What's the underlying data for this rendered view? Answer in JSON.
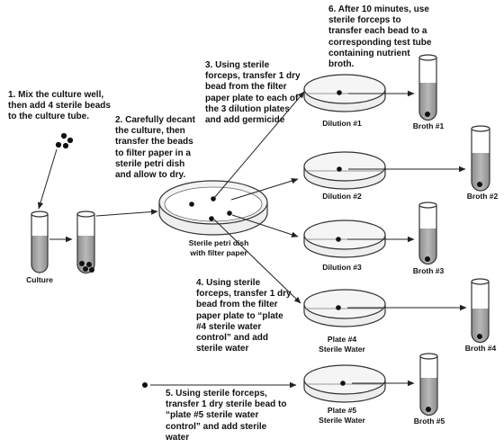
{
  "steps": {
    "s1": [
      "1. Mix the culture well,",
      "then add 4 sterile beads",
      "to the culture tube."
    ],
    "s2": [
      "2. Carefully decant",
      "the culture, then",
      "transfer the beads",
      "to filter paper in a",
      "sterile petri dish",
      "and allow to dry."
    ],
    "s3": [
      "3. Using sterile",
      "forceps, transfer 1 dry",
      "bead from the filter",
      "paper plate to each of",
      "the 3 dilution plates",
      "and add germicide"
    ],
    "s4": [
      "4. Using sterile",
      "forceps, transfer 1 dry",
      "bead from the filter",
      "paper plate to “plate",
      "#4 sterile water",
      "control” and add",
      "sterile water"
    ],
    "s5": [
      "5. Using sterile forceps,",
      "transfer 1 dry sterile bead to",
      "“plate #5 sterile water",
      "control” and add sterile",
      "water"
    ],
    "s6": [
      "6. After 10 minutes, use",
      "sterile forceps to",
      "transfer each bead to a",
      "corresponding test tube",
      "containing nutrient",
      "broth."
    ]
  },
  "labels": {
    "culture": "Culture",
    "filter_dish": [
      "Sterile petri dish",
      "with filter paper"
    ],
    "dilution1": "Dilution #1",
    "dilution2": "Dilution #2",
    "dilution3": "Dilution #3",
    "plate4": [
      "Plate #4",
      "Sterile Water"
    ],
    "plate5": [
      "Plate #5",
      "Sterile Water"
    ],
    "broth1": "Broth #1",
    "broth2": "Broth #2",
    "broth3": "Broth #3",
    "broth4": "Broth #4",
    "broth5": "Broth #5"
  }
}
